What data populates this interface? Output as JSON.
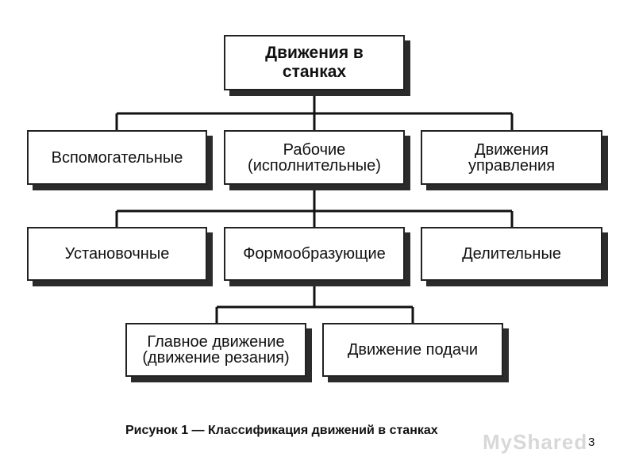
{
  "diagram": {
    "root": "Движения в\nстанках",
    "level1": {
      "auxiliary": "Вспомогательные",
      "working": "Рабочие\n(исполнительные)",
      "control": "Движения\nуправления"
    },
    "level2": {
      "setting": "Установочные",
      "shaping": "Формообразующие",
      "indexing": "Делительные"
    },
    "level3": {
      "main_motion": "Главное движение\n(движение резания)",
      "feed_motion": "Движение подачи"
    },
    "colors": {
      "border": "#222222",
      "shadow": "#2b2b2b",
      "line": "#111111"
    }
  },
  "caption": "Рисунок 1 — Классификация движений в станках",
  "page_number": "3",
  "watermark": "MyShared"
}
